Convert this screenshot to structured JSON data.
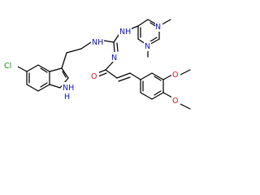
{
  "atoms": {
    "cl": "Cl",
    "indole_nh": "NH",
    "indole_h": "H",
    "amine_nh1": "NH",
    "amine_nh2": "NH",
    "imine_n": "N",
    "pyrimidine_n1": "N",
    "pyrimidine_n2": "N",
    "carbonyl_o": "O",
    "methoxy_o1": "O",
    "methoxy_o2": "O"
  },
  "colors": {
    "bond": "#000000",
    "chlorine": "#1a8a1a",
    "oxygen": "#d01010",
    "nitrogen": "#1010c8"
  }
}
